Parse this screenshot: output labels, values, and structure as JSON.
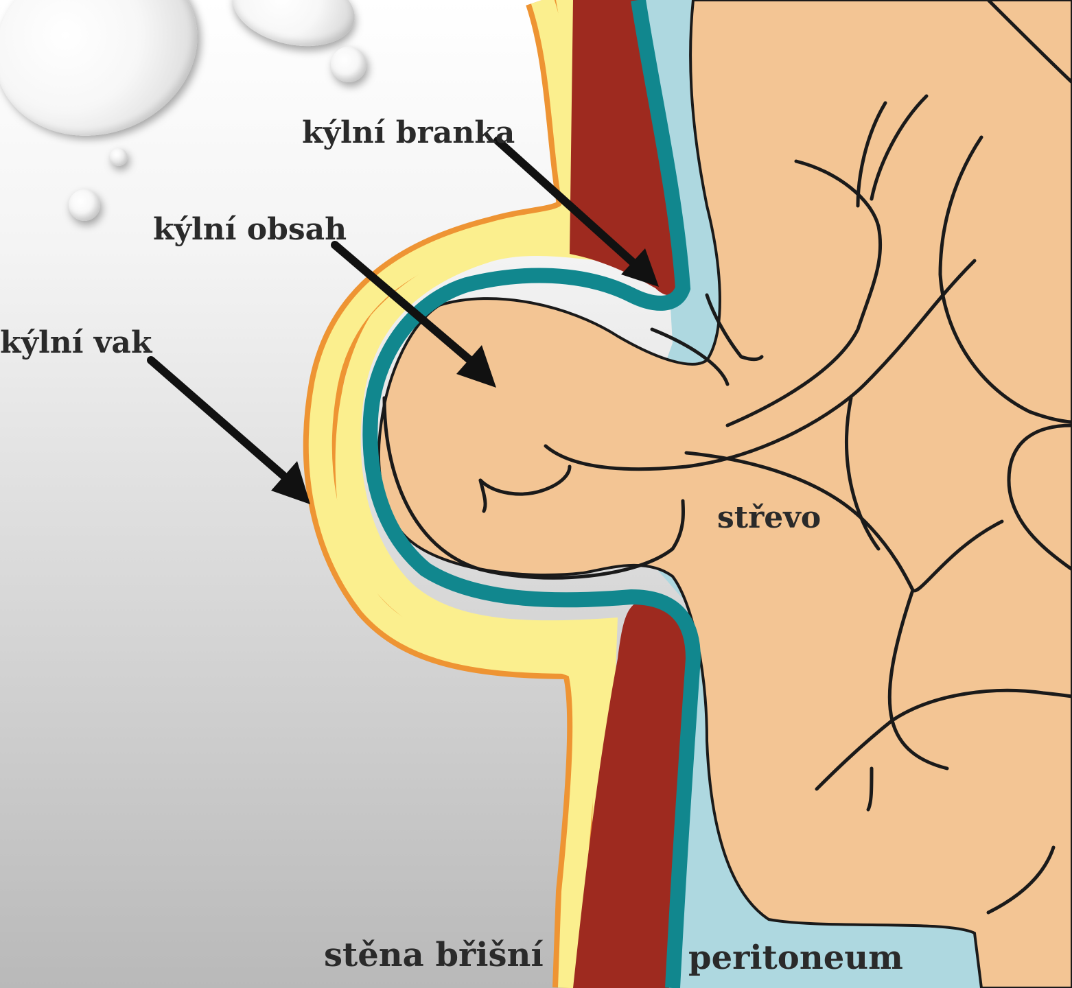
{
  "labels": {
    "kylni_branka": "kýlní branka",
    "kylni_obsah": "kýlní obsah",
    "kylni_vak": "kýlní vak",
    "strevo": "střevo",
    "stena_brisni": "stěna břišní",
    "peritoneum": "peritoneum"
  },
  "colors": {
    "skin_orange": "#ee9433",
    "subcutis_yellow": "#fbef8e",
    "muscle_red": "#9e2a1f",
    "peritoneum_teal": "#11878e",
    "cavity_lightblue": "#aed8e0",
    "intestine_peach": "#f3c594",
    "outline_black": "#1a1a1a",
    "arrow_black": "#111111"
  }
}
